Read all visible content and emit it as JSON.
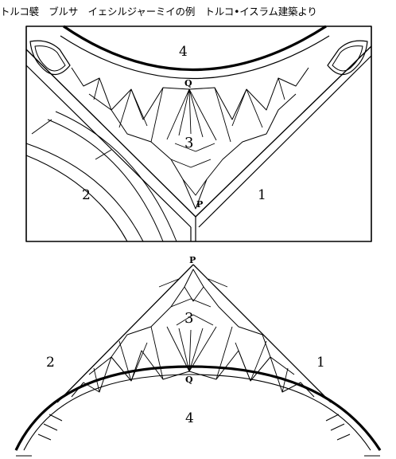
{
  "caption": "トルコ襞　ブルサ　イェシルジャーミイの例　トルコ•イスラム建築より",
  "upper_view": {
    "labels": {
      "region_1": "1",
      "region_2": "2",
      "region_3": "3",
      "region_4": "4",
      "point_p": "P",
      "point_q": "Q"
    }
  },
  "lower_view": {
    "labels": {
      "region_1": "1",
      "region_2": "2",
      "region_3": "3",
      "region_4": "4",
      "point_p": "P",
      "point_q": "Q"
    }
  },
  "colors": {
    "ink": "#000000",
    "paper": "#ffffff"
  }
}
